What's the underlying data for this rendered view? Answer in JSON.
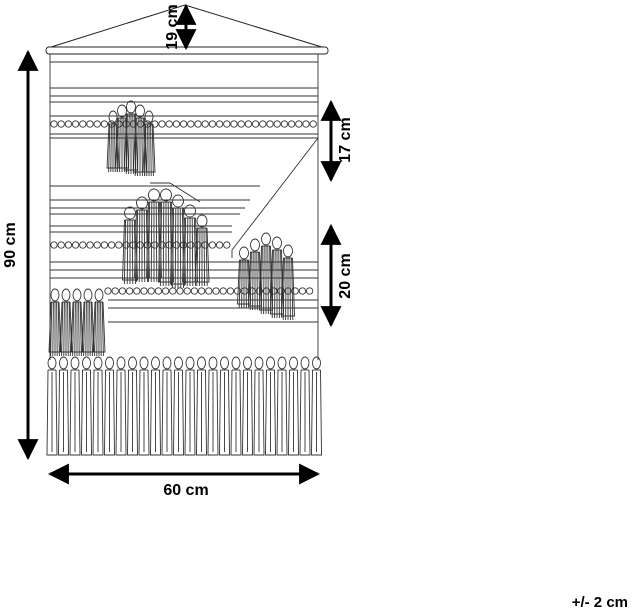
{
  "dimensions": {
    "height_label": "90 cm",
    "width_label": "60 cm",
    "hanger_label": "19 cm",
    "band_top_label": "17 cm",
    "band_mid_label": "20 cm",
    "tolerance_label": "+/- 2 cm"
  },
  "product": {
    "name_icon": "macrame-wall-hanging-icon"
  }
}
